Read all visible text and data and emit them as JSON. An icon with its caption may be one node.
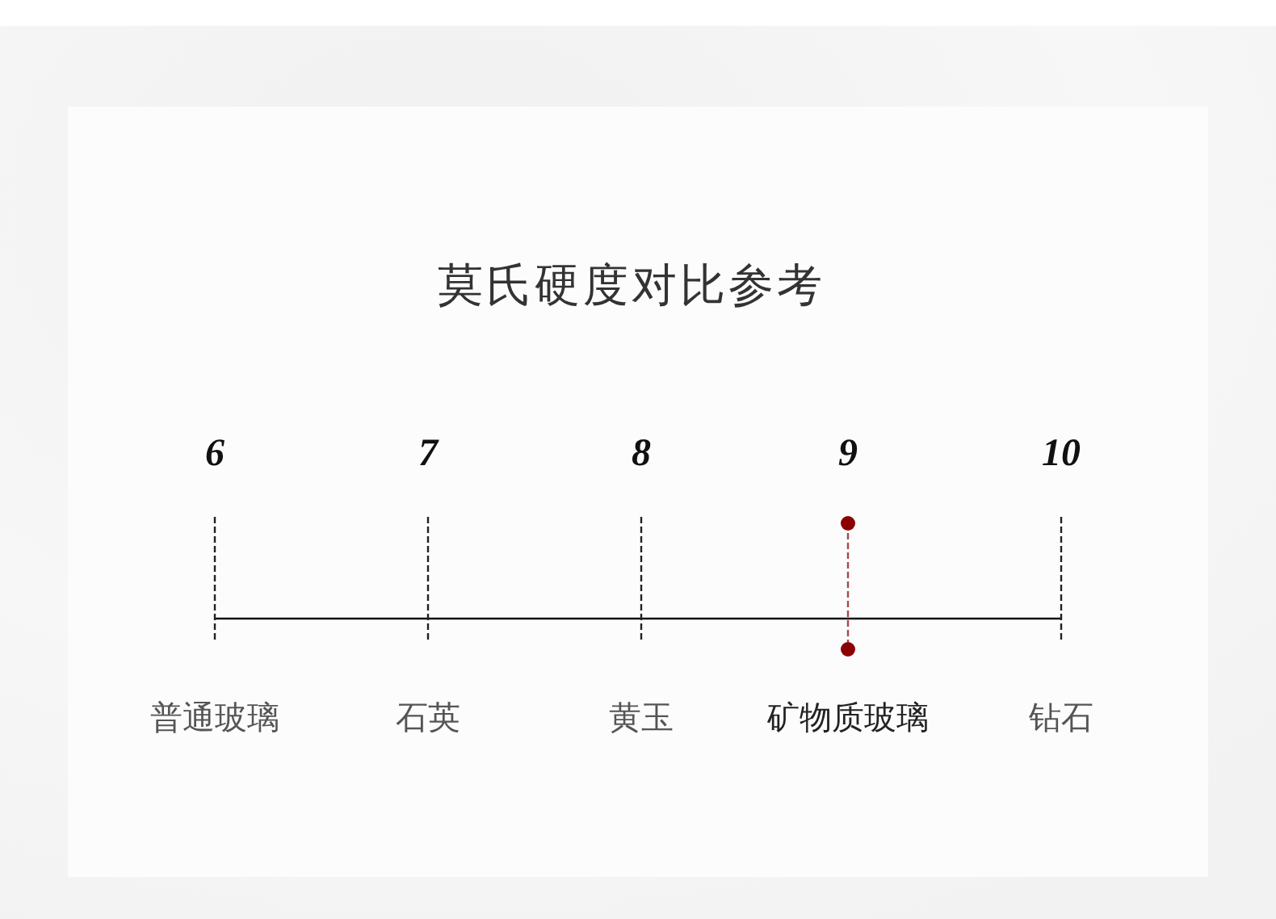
{
  "diagram": {
    "title": "莫氏硬度对比参考",
    "labels": [
      "6",
      "7",
      "8",
      "9",
      "10",
      "普通玻璃",
      "石英",
      "黄玉",
      "矿物质玻璃",
      "钻石"
    ]
  }
}
